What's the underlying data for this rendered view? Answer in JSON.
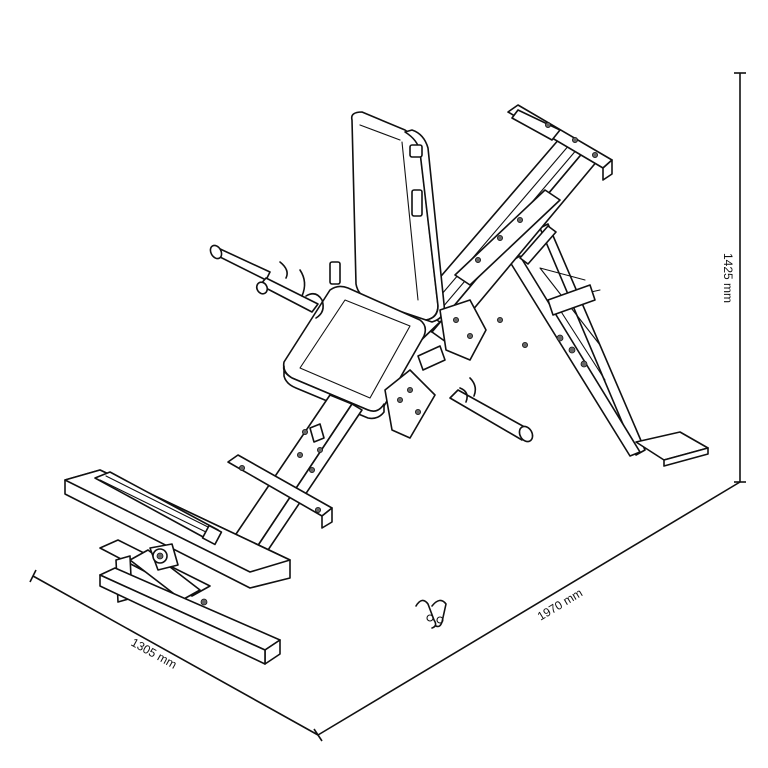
{
  "dimensions": {
    "height_label": "1425 mm",
    "length_label": "1970 mm",
    "width_label": "1305 mm"
  },
  "colors": {
    "line": "#111111",
    "background": "#ffffff"
  }
}
